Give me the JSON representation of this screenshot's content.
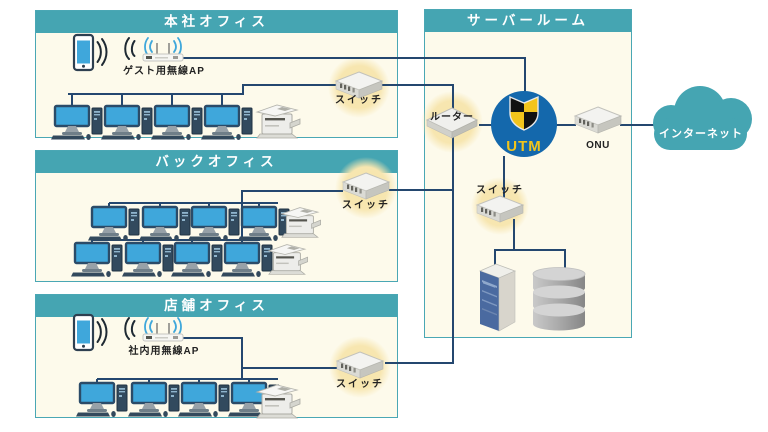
{
  "zones": {
    "hq": {
      "title": "本社オフィス",
      "ap_label": "ゲスト用無線AP",
      "switch_label": "スイッチ"
    },
    "back_office": {
      "title": "バックオフィス",
      "switch_label": "スイッチ"
    },
    "store": {
      "title": "店舗オフィス",
      "ap_label": "社内用無線AP",
      "switch_label": "スイッチ"
    },
    "server_room": {
      "title": "サーバールーム",
      "router_label": "ルーター",
      "utm_label": "UTM",
      "onu_label": "ONU",
      "switch_label": "スイッチ"
    },
    "internet": {
      "label": "インターネット"
    }
  },
  "icons": {
    "smartphone-icon": "smartphone with wifi waves",
    "wireless-ap-icon": "wireless access point with antennas",
    "desktop-pc-icon": "desktop computer with monitor, tower, keyboard, mouse",
    "printer-icon": "multifunction copier",
    "switch-icon": "network switch box",
    "router-icon": "router box",
    "utm-icon": "UTM shield in blue circle",
    "onu-icon": "ONU box",
    "server-icon": "server tower",
    "database-icon": "database cylinder stack",
    "cloud-icon": "internet cloud"
  },
  "colors": {
    "teal": "#45A5B2",
    "zone_bg": "#FDFAEB",
    "line_navy": "#24476F",
    "glow_yellow": "#F7E5AC",
    "utm_blue": "#1468AC",
    "utm_yellow": "#F2C41C",
    "monitor_blue": "#3FA7DB"
  }
}
